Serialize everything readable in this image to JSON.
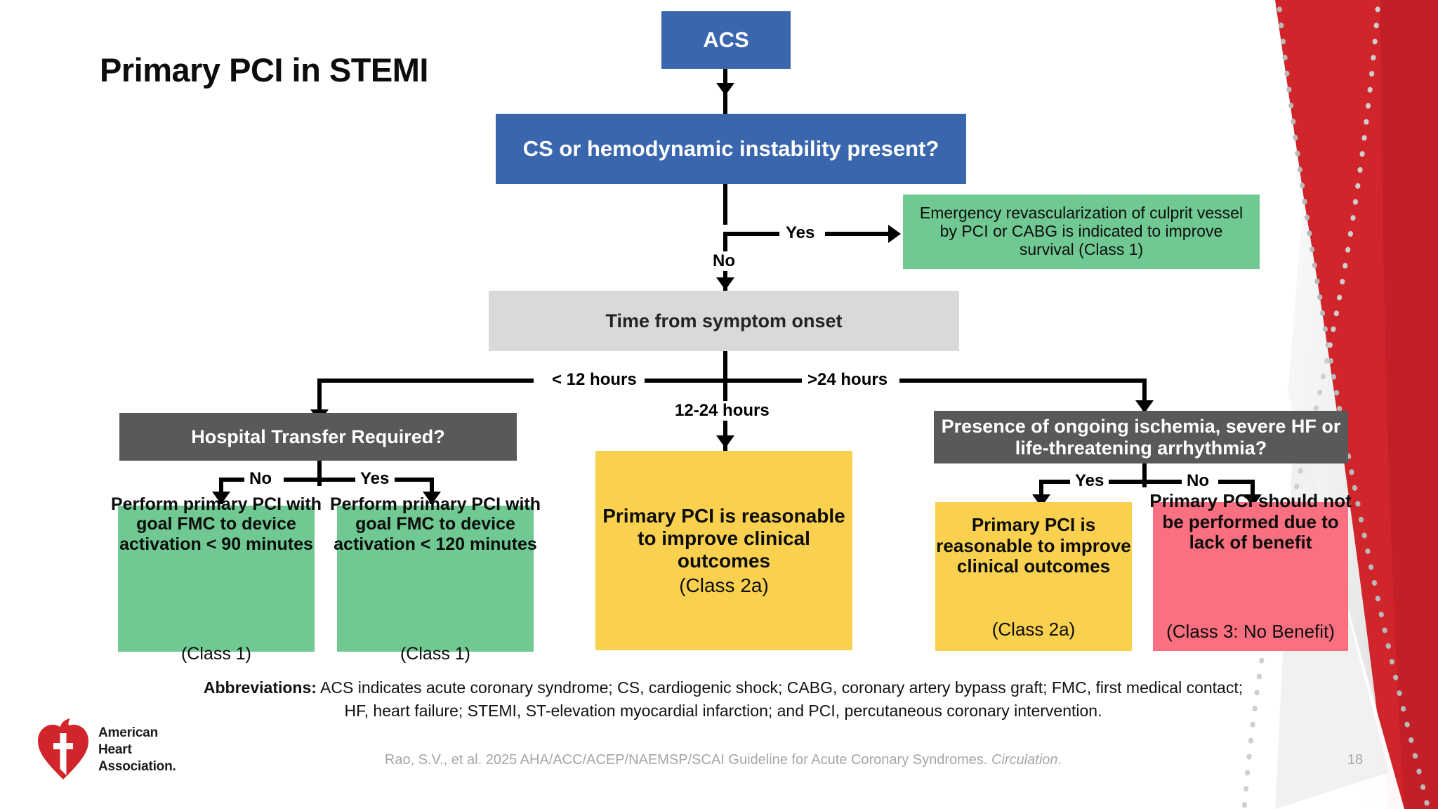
{
  "slide": {
    "title": "Primary PCI in STEMI",
    "page_number": "18",
    "citation_prefix": "Rao, S.V., et al. 2025 AHA/ACC/ACEP/NAEMSP/SCAI Guideline for Acute Coronary Syndromes. ",
    "citation_italic": "Circulation",
    "citation_suffix": ".",
    "abbreviations_label": "Abbreviations:",
    "abbreviations_line1": " ACS indicates acute coronary syndrome; CS, cardiogenic shock; CABG, coronary artery bypass graft; FMC, first medical contact;",
    "abbreviations_line2": "HF, heart failure; STEMI, ST-elevation myocardial infarction; and PCI, percutaneous coronary intervention."
  },
  "logo": {
    "line1": "American",
    "line2": "Heart",
    "line3": "Association.",
    "mark": "aha-heart-torch-icon"
  },
  "colors": {
    "blue": "#3A66AD",
    "grey": "#D9D9D9",
    "dark_grey": "#595959",
    "green": "#70C992",
    "yellow": "#F9D14E",
    "red": "#FA7080",
    "accent_red": "#CE2027",
    "footer_grey": "#A6A6A6"
  },
  "nodes": {
    "acs": "ACS",
    "cs_question": "CS or hemodynamic instability present?",
    "emergency_revasc": "Emergency revascularization of culprit vessel by PCI or CABG is indicated to improve survival (Class 1)",
    "time_onset": "Time from symptom onset",
    "hospital_transfer": "Hospital Transfer Required?",
    "ongoing_ischemia": "Presence of ongoing ischemia, severe HF or life-threatening arrhythmia?",
    "pci_90": {
      "body": "Perform primary PCI with goal FMC to device activation < 90 minutes",
      "class": "(Class 1)"
    },
    "pci_120": {
      "body": "Perform primary PCI with goal FMC to device activation < 120 minutes",
      "class": "(Class 1)"
    },
    "pci_reasonable_mid": {
      "body": "Primary PCI is reasonable to improve clinical outcomes",
      "class": "(Class 2a)"
    },
    "pci_reasonable_right": {
      "body": "Primary PCI is reasonable to improve clinical outcomes",
      "class": "(Class 2a)"
    },
    "pci_not_performed": {
      "body": "Primary PCI should not be performed due to lack of benefit",
      "class": "(Class 3: No Benefit)"
    }
  },
  "edges": {
    "cs_yes": "Yes",
    "cs_no": "No",
    "lt12": "< 12 hours",
    "mid12_24": "12-24 hours",
    "gt24": ">24 hours",
    "transfer_no": "No",
    "transfer_yes": "Yes",
    "ischemia_yes": "Yes",
    "ischemia_no": "No"
  },
  "chart_data": {
    "type": "diagram",
    "title": "Primary PCI in STEMI",
    "diagram_kind": "clinical decision flowchart",
    "nodes": [
      {
        "id": "acs",
        "label": "ACS",
        "shape": "rect",
        "fill": "#3A66AD",
        "text_color": "#ffffff"
      },
      {
        "id": "cs_question",
        "label": "CS or hemodynamic instability present?",
        "shape": "rect",
        "fill": "#3A66AD",
        "text_color": "#ffffff"
      },
      {
        "id": "emergency_revasc",
        "label": "Emergency revascularization of culprit vessel by PCI or CABG is indicated to improve survival (Class 1)",
        "shape": "rect",
        "fill": "#70C992",
        "text_color": "#000000",
        "recommendation_class": "Class 1"
      },
      {
        "id": "time_onset",
        "label": "Time from symptom onset",
        "shape": "rect",
        "fill": "#D9D9D9",
        "text_color": "#232323"
      },
      {
        "id": "hospital_transfer",
        "label": "Hospital Transfer Required?",
        "shape": "rect",
        "fill": "#595959",
        "text_color": "#ffffff"
      },
      {
        "id": "ongoing_ischemia",
        "label": "Presence of ongoing ischemia, severe HF or life-threatening arrhythmia?",
        "shape": "rect",
        "fill": "#595959",
        "text_color": "#ffffff"
      },
      {
        "id": "pci_90",
        "label": "Perform primary PCI with goal FMC to device activation < 90 minutes (Class 1)",
        "shape": "rect",
        "fill": "#70C992",
        "text_color": "#000000",
        "recommendation_class": "Class 1"
      },
      {
        "id": "pci_120",
        "label": "Perform primary PCI with goal FMC to device activation < 120 minutes (Class 1)",
        "shape": "rect",
        "fill": "#70C992",
        "text_color": "#000000",
        "recommendation_class": "Class 1"
      },
      {
        "id": "pci_reasonable_mid",
        "label": "Primary PCI is reasonable to improve clinical outcomes (Class 2a)",
        "shape": "rect",
        "fill": "#F9D14E",
        "text_color": "#000000",
        "recommendation_class": "Class 2a"
      },
      {
        "id": "pci_reasonable_right",
        "label": "Primary PCI is reasonable to improve clinical outcomes (Class 2a)",
        "shape": "rect",
        "fill": "#F9D14E",
        "text_color": "#000000",
        "recommendation_class": "Class 2a"
      },
      {
        "id": "pci_not_performed",
        "label": "Primary PCI should not be performed due to lack of benefit (Class 3: No Benefit)",
        "shape": "rect",
        "fill": "#FA7080",
        "text_color": "#000000",
        "recommendation_class": "Class 3: No Benefit"
      }
    ],
    "edges": [
      {
        "from": "acs",
        "to": "cs_question",
        "label": ""
      },
      {
        "from": "cs_question",
        "to": "emergency_revasc",
        "label": "Yes"
      },
      {
        "from": "cs_question",
        "to": "time_onset",
        "label": "No"
      },
      {
        "from": "time_onset",
        "to": "hospital_transfer",
        "label": "< 12 hours"
      },
      {
        "from": "time_onset",
        "to": "pci_reasonable_mid",
        "label": "12-24 hours"
      },
      {
        "from": "time_onset",
        "to": "ongoing_ischemia",
        "label": ">24 hours"
      },
      {
        "from": "hospital_transfer",
        "to": "pci_90",
        "label": "No"
      },
      {
        "from": "hospital_transfer",
        "to": "pci_120",
        "label": "Yes"
      },
      {
        "from": "ongoing_ischemia",
        "to": "pci_reasonable_right",
        "label": "Yes"
      },
      {
        "from": "ongoing_ischemia",
        "to": "pci_not_performed",
        "label": "No"
      }
    ]
  }
}
